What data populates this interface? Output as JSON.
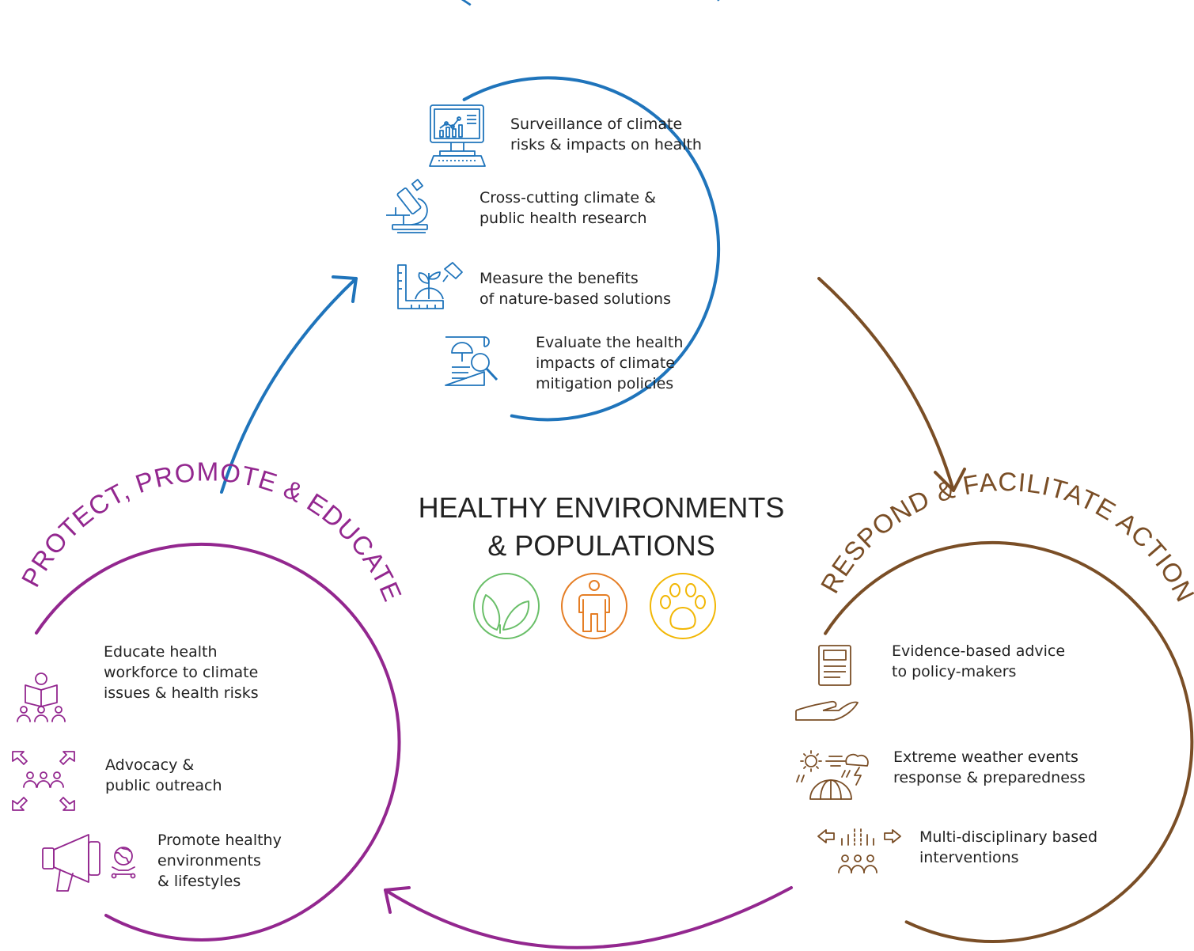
{
  "colors": {
    "monitor": "#1f74bb",
    "respond": "#7a4e26",
    "protect": "#93278f",
    "environment": "#6abf69",
    "human": "#e57e25",
    "animal": "#f2b705",
    "text": "#222222"
  },
  "center": {
    "line1": "HEALTHY ENVIRONMENTS",
    "line2": "& POPULATIONS",
    "icons": [
      "leaves-icon",
      "person-icon",
      "paw-icon"
    ]
  },
  "monitor": {
    "title": "MONITOR & EVALUATE",
    "items": [
      {
        "icon": "computer-chart-icon",
        "lines": [
          "Surveillance of climate",
          "risks & impacts on health"
        ]
      },
      {
        "icon": "microscope-icon",
        "lines": [
          "Cross-cutting climate &",
          "public health research"
        ]
      },
      {
        "icon": "plant-measure-icon",
        "lines": [
          "Measure the benefits",
          "of nature-based solutions"
        ]
      },
      {
        "icon": "document-search-icon",
        "lines": [
          "Evaluate the health",
          "impacts of climate",
          "mitigation policies"
        ]
      }
    ]
  },
  "respond": {
    "title": "RESPOND & FACILITATE ACTION",
    "items": [
      {
        "icon": "hand-document-icon",
        "lines": [
          "Evidence-based advice",
          "to policy-makers"
        ]
      },
      {
        "icon": "weather-umbrella-icon",
        "lines": [
          "Extreme weather events",
          "response & preparedness"
        ]
      },
      {
        "icon": "team-arrows-icon",
        "lines": [
          "Multi-disciplinary based",
          "interventions"
        ]
      }
    ]
  },
  "protect": {
    "title": "PROTECT, PROMOTE & EDUCATE",
    "items": [
      {
        "icon": "teacher-group-icon",
        "lines": [
          "Educate health",
          "workforce to climate",
          "issues & health risks"
        ]
      },
      {
        "icon": "outreach-group-icon",
        "lines": [
          "Advocacy &",
          "public outreach"
        ]
      },
      {
        "icon": "megaphone-globe-icon",
        "lines": [
          "Promote healthy",
          "environments",
          "& lifestyles"
        ]
      }
    ]
  }
}
